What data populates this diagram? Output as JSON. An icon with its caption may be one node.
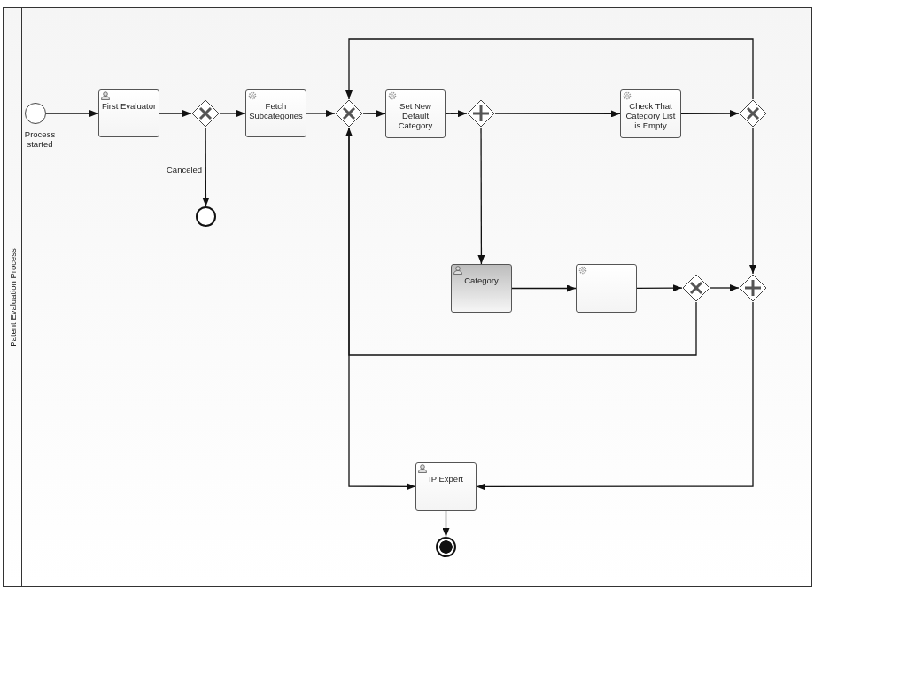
{
  "diagram": {
    "nodes": [
      {
        "text": [
          "Patent Evaluation Process"
        ]
      },
      {
        "text": [],
        "shape": "circle",
        "in": 0,
        "beside": [
          "Process started"
        ]
      },
      {
        "text": [
          "First Evaluator"
        ],
        "in": 0
      },
      {
        "text": [],
        "shape": "diamond",
        "in": 0
      },
      {
        "text": [
          "Fetch Subcategories"
        ],
        "in": 0
      },
      {
        "text": [],
        "shape": "diamond",
        "in": 0
      },
      {
        "text": [
          "Set New Default Category"
        ],
        "in": 0
      },
      {
        "text": [],
        "shape": "diamond",
        "in": 0
      },
      {
        "text": [
          "Check That Category List is Empty"
        ],
        "in": 0
      },
      {
        "text": [],
        "shape": "diamond",
        "in": 0
      },
      {
        "text": [],
        "shape": "circle",
        "in": 0
      },
      {
        "text": [
          "Category"
        ],
        "in": 0
      },
      {
        "text": [],
        "shape": "box",
        "in": 0
      },
      {
        "text": [],
        "shape": "diamond",
        "in": 0
      },
      {
        "text": [],
        "shape": "diamond",
        "in": 0
      },
      {
        "text": [
          "IP Expert"
        ],
        "in": 0
      },
      {
        "text": [],
        "shape": "circle",
        "in": 0
      }
    ],
    "edges": [
      {
        "from": 1,
        "to": 2,
        "arrow": "to"
      },
      {
        "from": 2,
        "to": 3,
        "arrow": "to"
      },
      {
        "from": 3,
        "to": 4,
        "arrow": "to"
      },
      {
        "from": 3,
        "to": 10,
        "arrow": "to",
        "label": "Canceled"
      },
      {
        "from": 4,
        "to": 5,
        "arrow": "to"
      },
      {
        "from": 5,
        "to": 6,
        "arrow": "to"
      },
      {
        "from": 6,
        "to": 7,
        "arrow": "to"
      },
      {
        "from": 7,
        "to": 8,
        "arrow": "to"
      },
      {
        "from": 7,
        "to": 11,
        "arrow": "to"
      },
      {
        "from": 8,
        "to": 9,
        "arrow": "to"
      },
      {
        "from": 9,
        "to": 5,
        "arrow": "to"
      },
      {
        "from": 9,
        "to": 14,
        "arrow": "to"
      },
      {
        "from": 11,
        "to": 12,
        "arrow": "to"
      },
      {
        "from": 12,
        "to": 13,
        "arrow": "to"
      },
      {
        "from": 13,
        "to": 14,
        "arrow": "to"
      },
      {
        "from": 13,
        "to": 5,
        "arrow": "to"
      },
      {
        "from": 5,
        "to": 15,
        "arrow": "to"
      },
      {
        "from": 14,
        "to": 15,
        "arrow": "to"
      },
      {
        "from": 15,
        "to": 16,
        "arrow": "to"
      }
    ]
  }
}
